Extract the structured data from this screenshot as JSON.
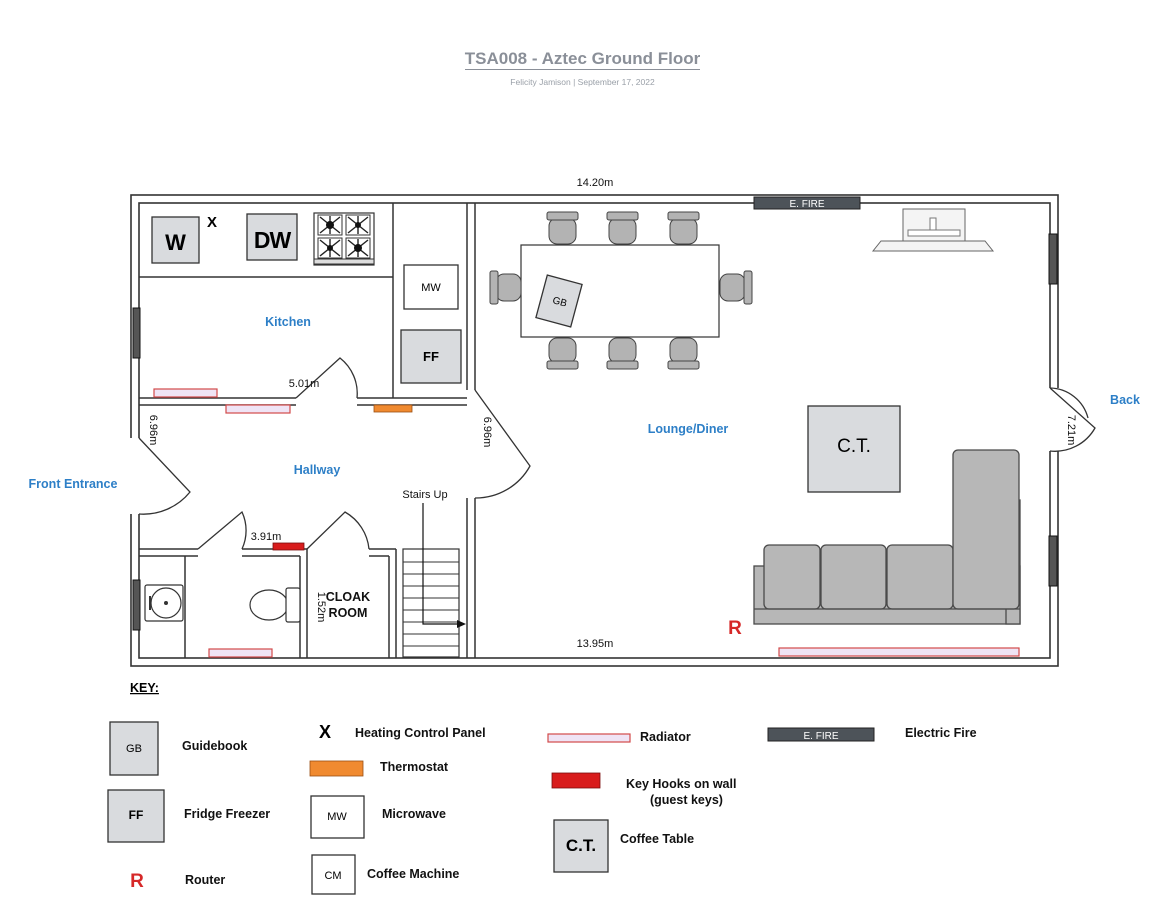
{
  "header": {
    "title": "TSA008 - Aztec Ground Floor",
    "subtitle": "Felicity Jamison  |  September 17, 2022"
  },
  "rooms": {
    "kitchen": "Kitchen",
    "hallway": "Hallway",
    "lounge": "Lounge/Diner",
    "cloak_line1": "CLOAK",
    "cloak_line2": "ROOM",
    "front_entrance": "Front Entrance",
    "back": "Back",
    "stairs": "Stairs Up"
  },
  "dimensions": {
    "top": "14.20m",
    "bottom": "13.95m",
    "kitchen_width": "5.01m",
    "hall_left": "6.96m",
    "hall_right": "6.96m",
    "back_wall": "7.21m",
    "wc_width": "3.91m",
    "cloak_height": "1.52m"
  },
  "fixtures": {
    "washer": "W",
    "dishwasher": "DW",
    "heating_x": "X",
    "microwave": "MW",
    "fridge_freezer": "FF",
    "guidebook": "GB",
    "coffee_table": "C.T.",
    "electric_fire": "E. FIRE",
    "router": "R"
  },
  "key": {
    "heading": "KEY:",
    "items": {
      "guidebook": {
        "symbol": "GB",
        "label": "Guidebook"
      },
      "fridge": {
        "symbol": "FF",
        "label": "Fridge Freezer"
      },
      "router": {
        "symbol": "R",
        "label": "Router"
      },
      "heating": {
        "symbol": "X",
        "label": "Heating Control Panel"
      },
      "thermostat": {
        "label": "Thermostat"
      },
      "microwave": {
        "symbol": "MW",
        "label": "Microwave"
      },
      "coffee_machine": {
        "symbol": "CM",
        "label": "Coffee Machine"
      },
      "radiator": {
        "label": "Radiator"
      },
      "key_hooks": {
        "label_line1": "Key Hooks on wall",
        "label_line2": "(guest keys)"
      },
      "coffee_table": {
        "symbol": "C.T.",
        "label": "Coffee Table"
      },
      "electric_fire": {
        "symbol": "E. FIRE",
        "label": "Electric Fire"
      }
    }
  },
  "colors": {
    "room_label": "#2d7fc7",
    "router": "#d62828",
    "thermostat": "#f08a30",
    "key_hooks": "#d81c1c",
    "radiator_outline": "#d24a4a",
    "electric_fire": "#4d5359"
  }
}
